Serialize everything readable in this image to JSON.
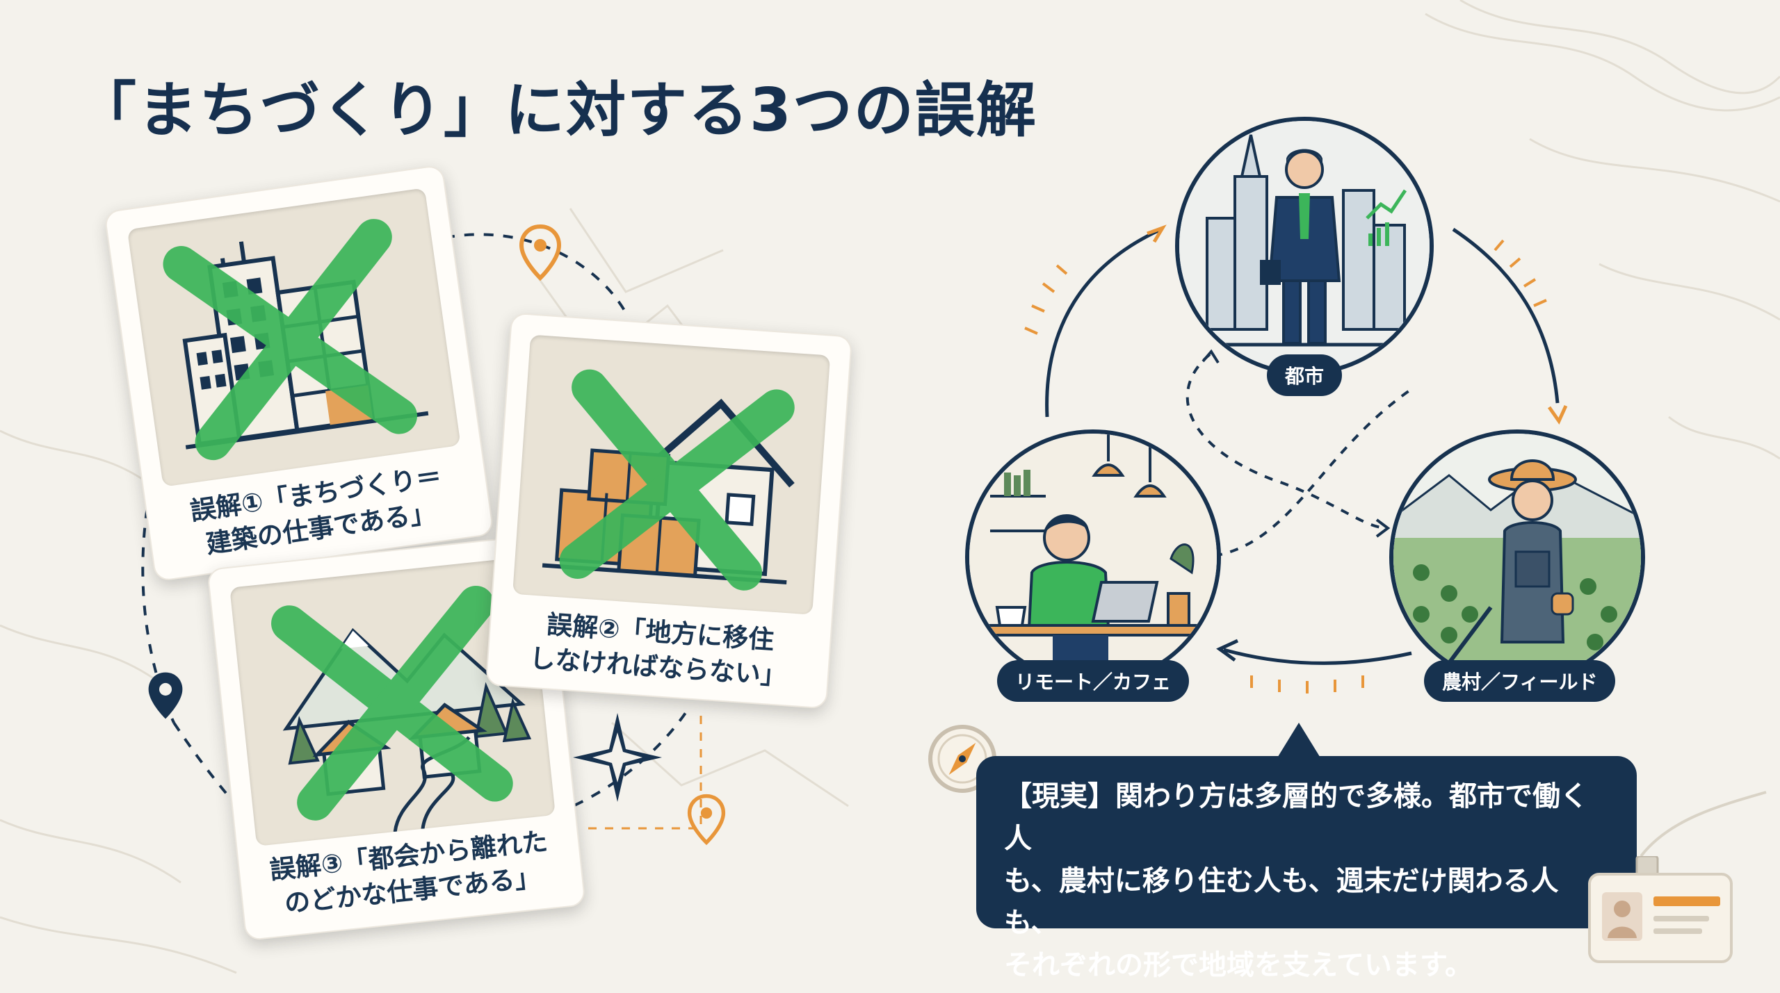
{
  "title": "「まちづくり」に対する3つの誤解",
  "misconceptions": [
    {
      "line1": "誤解①「まちづくり＝",
      "line2": "建築の仕事である」",
      "icon": "building-icon"
    },
    {
      "line1": "誤解②「地方に移住",
      "line2": "しなければならない」",
      "icon": "house-boxes-icon"
    },
    {
      "line1": "誤解③「都会から離れた",
      "line2": "のどかな仕事である」",
      "icon": "village-icon"
    }
  ],
  "nodes": {
    "city": "都市",
    "remote": "リモート／カフェ",
    "farm": "農村／フィールド"
  },
  "reality": {
    "line1": "【現実】関わり方は多層的で多様。都市で働く人",
    "line2": "も、農村に移り住む人も、週末だけ関わる人も、",
    "line3": "それぞれの形で地域を支えています。"
  },
  "colors": {
    "navy": "#17324f",
    "cross_green": "#3cb55a",
    "accent_orange": "#e8963a",
    "background": "#f4f2ec"
  }
}
